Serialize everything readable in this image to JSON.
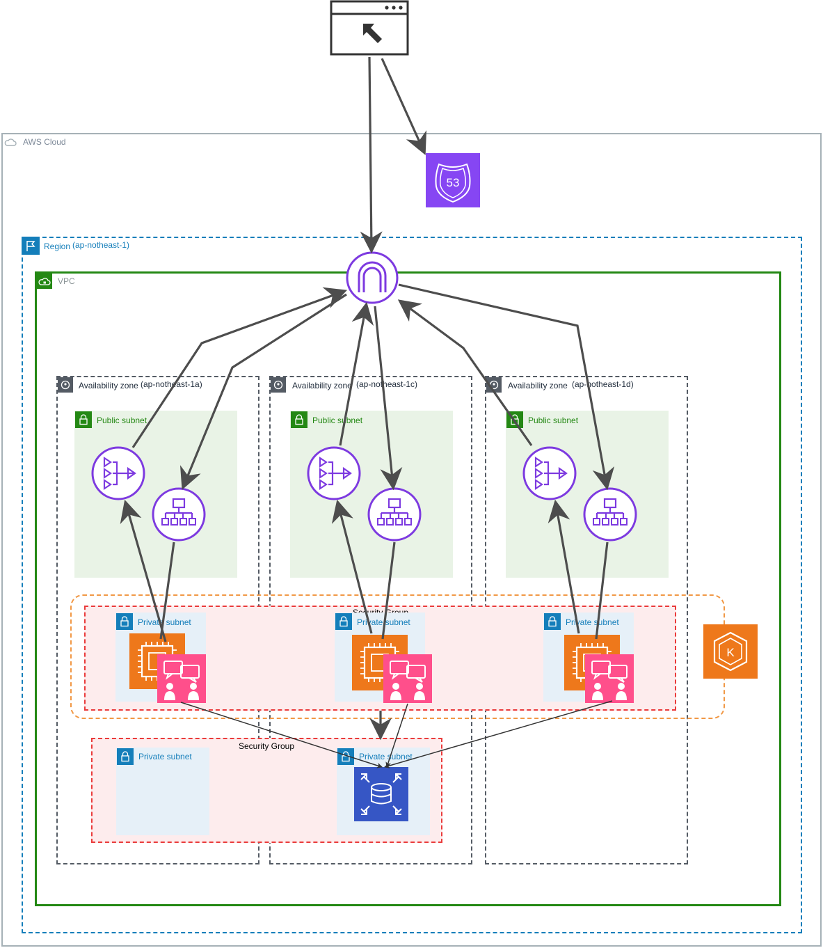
{
  "cloud": {
    "label": "AWS Cloud"
  },
  "region": {
    "label": "Region",
    "name": "(ap-notheast-1)"
  },
  "vpc": {
    "label": "VPC"
  },
  "availability_zones": [
    {
      "label": "Availability zone",
      "name": "(ap-notheast-1a)"
    },
    {
      "label": "Availability zone",
      "name": "(ap-notheast-1c)"
    },
    {
      "label": "Availability zone",
      "name": "(ap-notheast-1d)"
    }
  ],
  "subnets": {
    "public": [
      "Public subnet",
      "Public subnet",
      "Public subnet"
    ],
    "private_app": [
      "Private subnet",
      "Private subnet",
      "Private subnet"
    ],
    "private_db": [
      "Private subnet",
      "Private subnet"
    ]
  },
  "security_groups": {
    "app": "Security Group",
    "db": "Security Group"
  },
  "icons": {
    "browser": "browser-window-icon",
    "route53": "route53-icon",
    "route53_text": "53",
    "internet_gateway": "internet-gateway-icon",
    "nat_gateway": "nat-gateway-icon",
    "load_balancer": "load-balancer-icon",
    "ec2": "ec2-instance-icon",
    "pod": "eks-pod-icon",
    "eks": "eks-icon",
    "eks_text": "K",
    "rds": "rds-database-icon"
  },
  "colors": {
    "cloud_border": "#a6b1b7",
    "region": "#147eba",
    "vpc": "#248814",
    "public_subnet_bg": "#e9f3e6",
    "public_subnet_accent": "#248814",
    "private_subnet_bg": "#e6f0f8",
    "private_subnet_accent": "#147eba",
    "security_group": "#ea3b3b",
    "security_group_bg": "#fdeced",
    "eks_group": "#f19845",
    "network_purple": "#8c4fff",
    "compute_orange": "#ed7100",
    "pod_pink": "#ff4f8b",
    "database_blue": "#3b48cc",
    "arrow": "#4d4d4d"
  }
}
